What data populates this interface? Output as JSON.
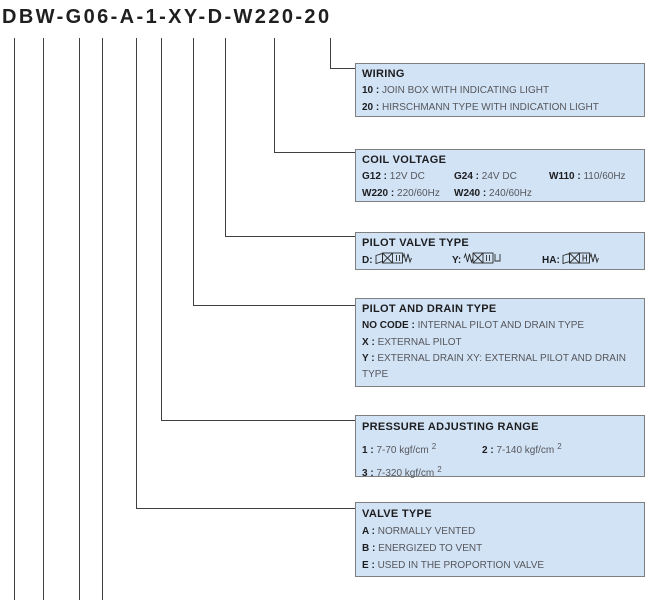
{
  "colors": {
    "box_fill": "#d2e3f6",
    "box_border": "#7f7f7f",
    "connector_line": "#404040",
    "text_dark": "#1d1d1f",
    "text_gray": "#56575b"
  },
  "title": {
    "display": "DBW-G06-A-1-XY-D-W220-20",
    "segments": [
      "DB",
      "W",
      "G",
      "06",
      "A",
      "1",
      "XY",
      "D",
      "W220",
      "20"
    ]
  },
  "boxes": [
    {
      "id": "wiring",
      "title": "WIRING",
      "items": [
        {
          "code": "10 :",
          "desc": "JOIN BOX WITH INDICATING LIGHT"
        },
        {
          "code": "20 :",
          "desc": "HIRSCHMANN TYPE WITH INDICATION LIGHT"
        }
      ]
    },
    {
      "id": "coil-voltage",
      "title": "COIL VOLTAGE",
      "items": [
        {
          "code": "G12 :",
          "desc": "12V DC"
        },
        {
          "code": "G24 :",
          "desc": "24V DC"
        },
        {
          "code": "W110 :",
          "desc": "110/60Hz"
        },
        {
          "code": "W220 :",
          "desc": "220/60Hz"
        },
        {
          "code": "W240 :",
          "desc": "240/60Hz"
        }
      ]
    },
    {
      "id": "pilot-valve-type",
      "title": "PILOT VALVE TYPE",
      "items": [
        {
          "code": "D:",
          "icon": "pilot-symbol-d-icon"
        },
        {
          "code": "Y:",
          "icon": "pilot-symbol-y-icon"
        },
        {
          "code": "HA:",
          "icon": "pilot-symbol-ha-icon"
        }
      ]
    },
    {
      "id": "pilot-and-drain-type",
      "title": "PILOT AND DRAIN TYPE",
      "items": [
        {
          "code": "NO CODE :",
          "desc": "INTERNAL PILOT AND DRAIN TYPE"
        },
        {
          "code": "X :",
          "desc": "EXTERNAL PILOT"
        },
        {
          "code": "Y :",
          "desc": "EXTERNAL DRAIN  XY: EXTERNAL PILOT AND DRAIN TYPE"
        }
      ]
    },
    {
      "id": "pressure-adjusting-range",
      "title": "PRESSURE ADJUSTING RANGE",
      "items": [
        {
          "code": "1 :",
          "desc": "7-70 kgf/cm",
          "sup": "2"
        },
        {
          "code": "2 :",
          "desc": "7-140 kgf/cm",
          "sup": "2"
        },
        {
          "code": "3 :",
          "desc": "7-320 kgf/cm",
          "sup": "2"
        }
      ]
    },
    {
      "id": "valve-type",
      "title": "VALVE TYPE",
      "items": [
        {
          "code": "A :",
          "desc": "NORMALLY VENTED"
        },
        {
          "code": "B :",
          "desc": "ENERGIZED TO VENT"
        },
        {
          "code": "E :",
          "desc": "USED IN THE PROPORTION VALVE"
        }
      ]
    }
  ]
}
